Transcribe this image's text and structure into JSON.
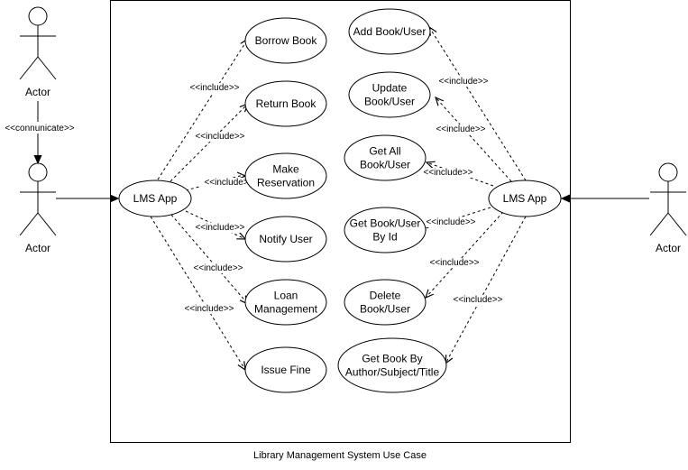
{
  "caption": "Library Management System Use Case",
  "actors": [
    {
      "id": "actor-top-left",
      "label": "Actor"
    },
    {
      "id": "actor-left",
      "label": "Actor"
    },
    {
      "id": "actor-right",
      "label": "Actor"
    }
  ],
  "communicate_label": "<<connunicate>>",
  "left_app": {
    "label": "LMS App"
  },
  "right_app": {
    "label": "LMS App"
  },
  "include_label": "<<include>>",
  "left_use_cases": [
    {
      "id": "borrow-book",
      "lines": [
        "Borrow Book"
      ]
    },
    {
      "id": "return-book",
      "lines": [
        "Return Book"
      ]
    },
    {
      "id": "make-reservation",
      "lines": [
        "Make",
        "Reservation"
      ]
    },
    {
      "id": "notify-user",
      "lines": [
        "Notify User"
      ]
    },
    {
      "id": "loan-management",
      "lines": [
        "Loan",
        "Management"
      ]
    },
    {
      "id": "issue-fine",
      "lines": [
        "Issue Fine"
      ]
    }
  ],
  "right_use_cases": [
    {
      "id": "add-book-user",
      "lines": [
        "Add Book/User"
      ]
    },
    {
      "id": "update-book-user",
      "lines": [
        "Update",
        "Book/User"
      ]
    },
    {
      "id": "get-all-book-user",
      "lines": [
        "Get All",
        "Book/User"
      ]
    },
    {
      "id": "get-book-user-by-id",
      "lines": [
        "Get Book/User",
        "By Id"
      ]
    },
    {
      "id": "delete-book-user",
      "lines": [
        "Delete",
        "Book/User"
      ]
    },
    {
      "id": "get-book-by-author",
      "lines": [
        "Get Book By",
        "Author/Subject/Title"
      ]
    }
  ],
  "colors": {
    "stroke": "#000000",
    "background": "#ffffff"
  }
}
